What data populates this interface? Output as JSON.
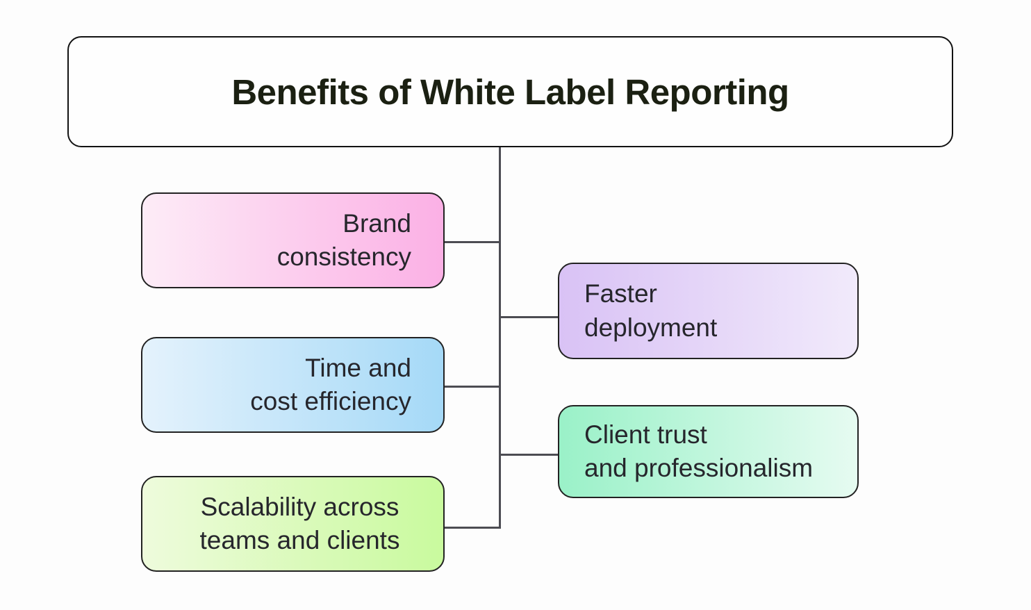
{
  "title": {
    "label": "Benefits of White Label Reporting"
  },
  "nodes": [
    {
      "id": "brand-consistency",
      "lines": [
        "Brand",
        "consistency"
      ],
      "gradient_from": "#fdecf7",
      "gradient_to": "#fbb0e5"
    },
    {
      "id": "time-cost-efficiency",
      "lines": [
        "Time and",
        "cost efficiency"
      ],
      "gradient_from": "#e4f2fc",
      "gradient_to": "#a5d9f7"
    },
    {
      "id": "scalability",
      "lines": [
        "Scalability across",
        "teams and clients"
      ],
      "gradient_from": "#eefbdc",
      "gradient_to": "#c9fa9e"
    },
    {
      "id": "faster-deployment",
      "lines": [
        "Faster",
        "deployment"
      ],
      "gradient_from": "#d9c2f5",
      "gradient_to": "#f1eafb"
    },
    {
      "id": "client-trust",
      "lines": [
        "Client trust",
        "and professionalism"
      ],
      "gradient_from": "#9af1c8",
      "gradient_to": "#e6fbf1"
    }
  ],
  "colors": {
    "canvas_bg": "#fdfdfd",
    "title_bg": "#fefefe",
    "title_text": "#1b2012",
    "title_border": "#121212",
    "node_text": "#26262c",
    "node_border": "#222222",
    "connector": "#4c4c52"
  }
}
